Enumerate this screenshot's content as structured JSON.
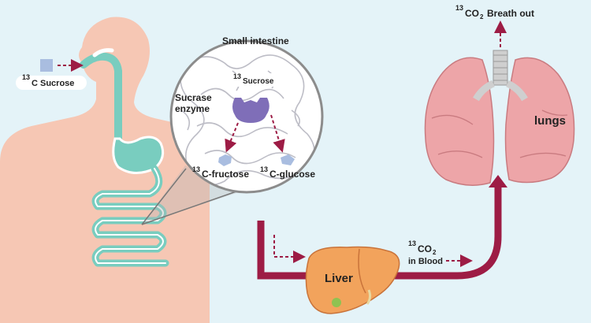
{
  "labels": {
    "small_intestine": "Small intestine",
    "sucrose_in_intestine": "Sucrose",
    "sucrase_line1": "Sucrase",
    "sucrase_line2": "enzyme",
    "fructose": "C-fructose",
    "glucose": "C-glucose",
    "sucrose_intake": "C Sucrose",
    "liver": "Liver",
    "co2_blood_line1": "CO",
    "co2_blood_sub": "2",
    "co2_blood_line2": "in Blood",
    "breath_out_co": "CO",
    "breath_out_sub": "2",
    "breath_out_rest": "Breath out",
    "lungs": "lungs",
    "isotope": "13"
  },
  "colors": {
    "background": "#e4f3f8",
    "body": "#f6c7b4",
    "gut": "#79cdbf",
    "arrow": "#9d1c45",
    "lungs": "#eda5a8",
    "liver": "#f2a35c",
    "enzyme": "#7f6eb8",
    "sugar": "#a9bde0"
  }
}
